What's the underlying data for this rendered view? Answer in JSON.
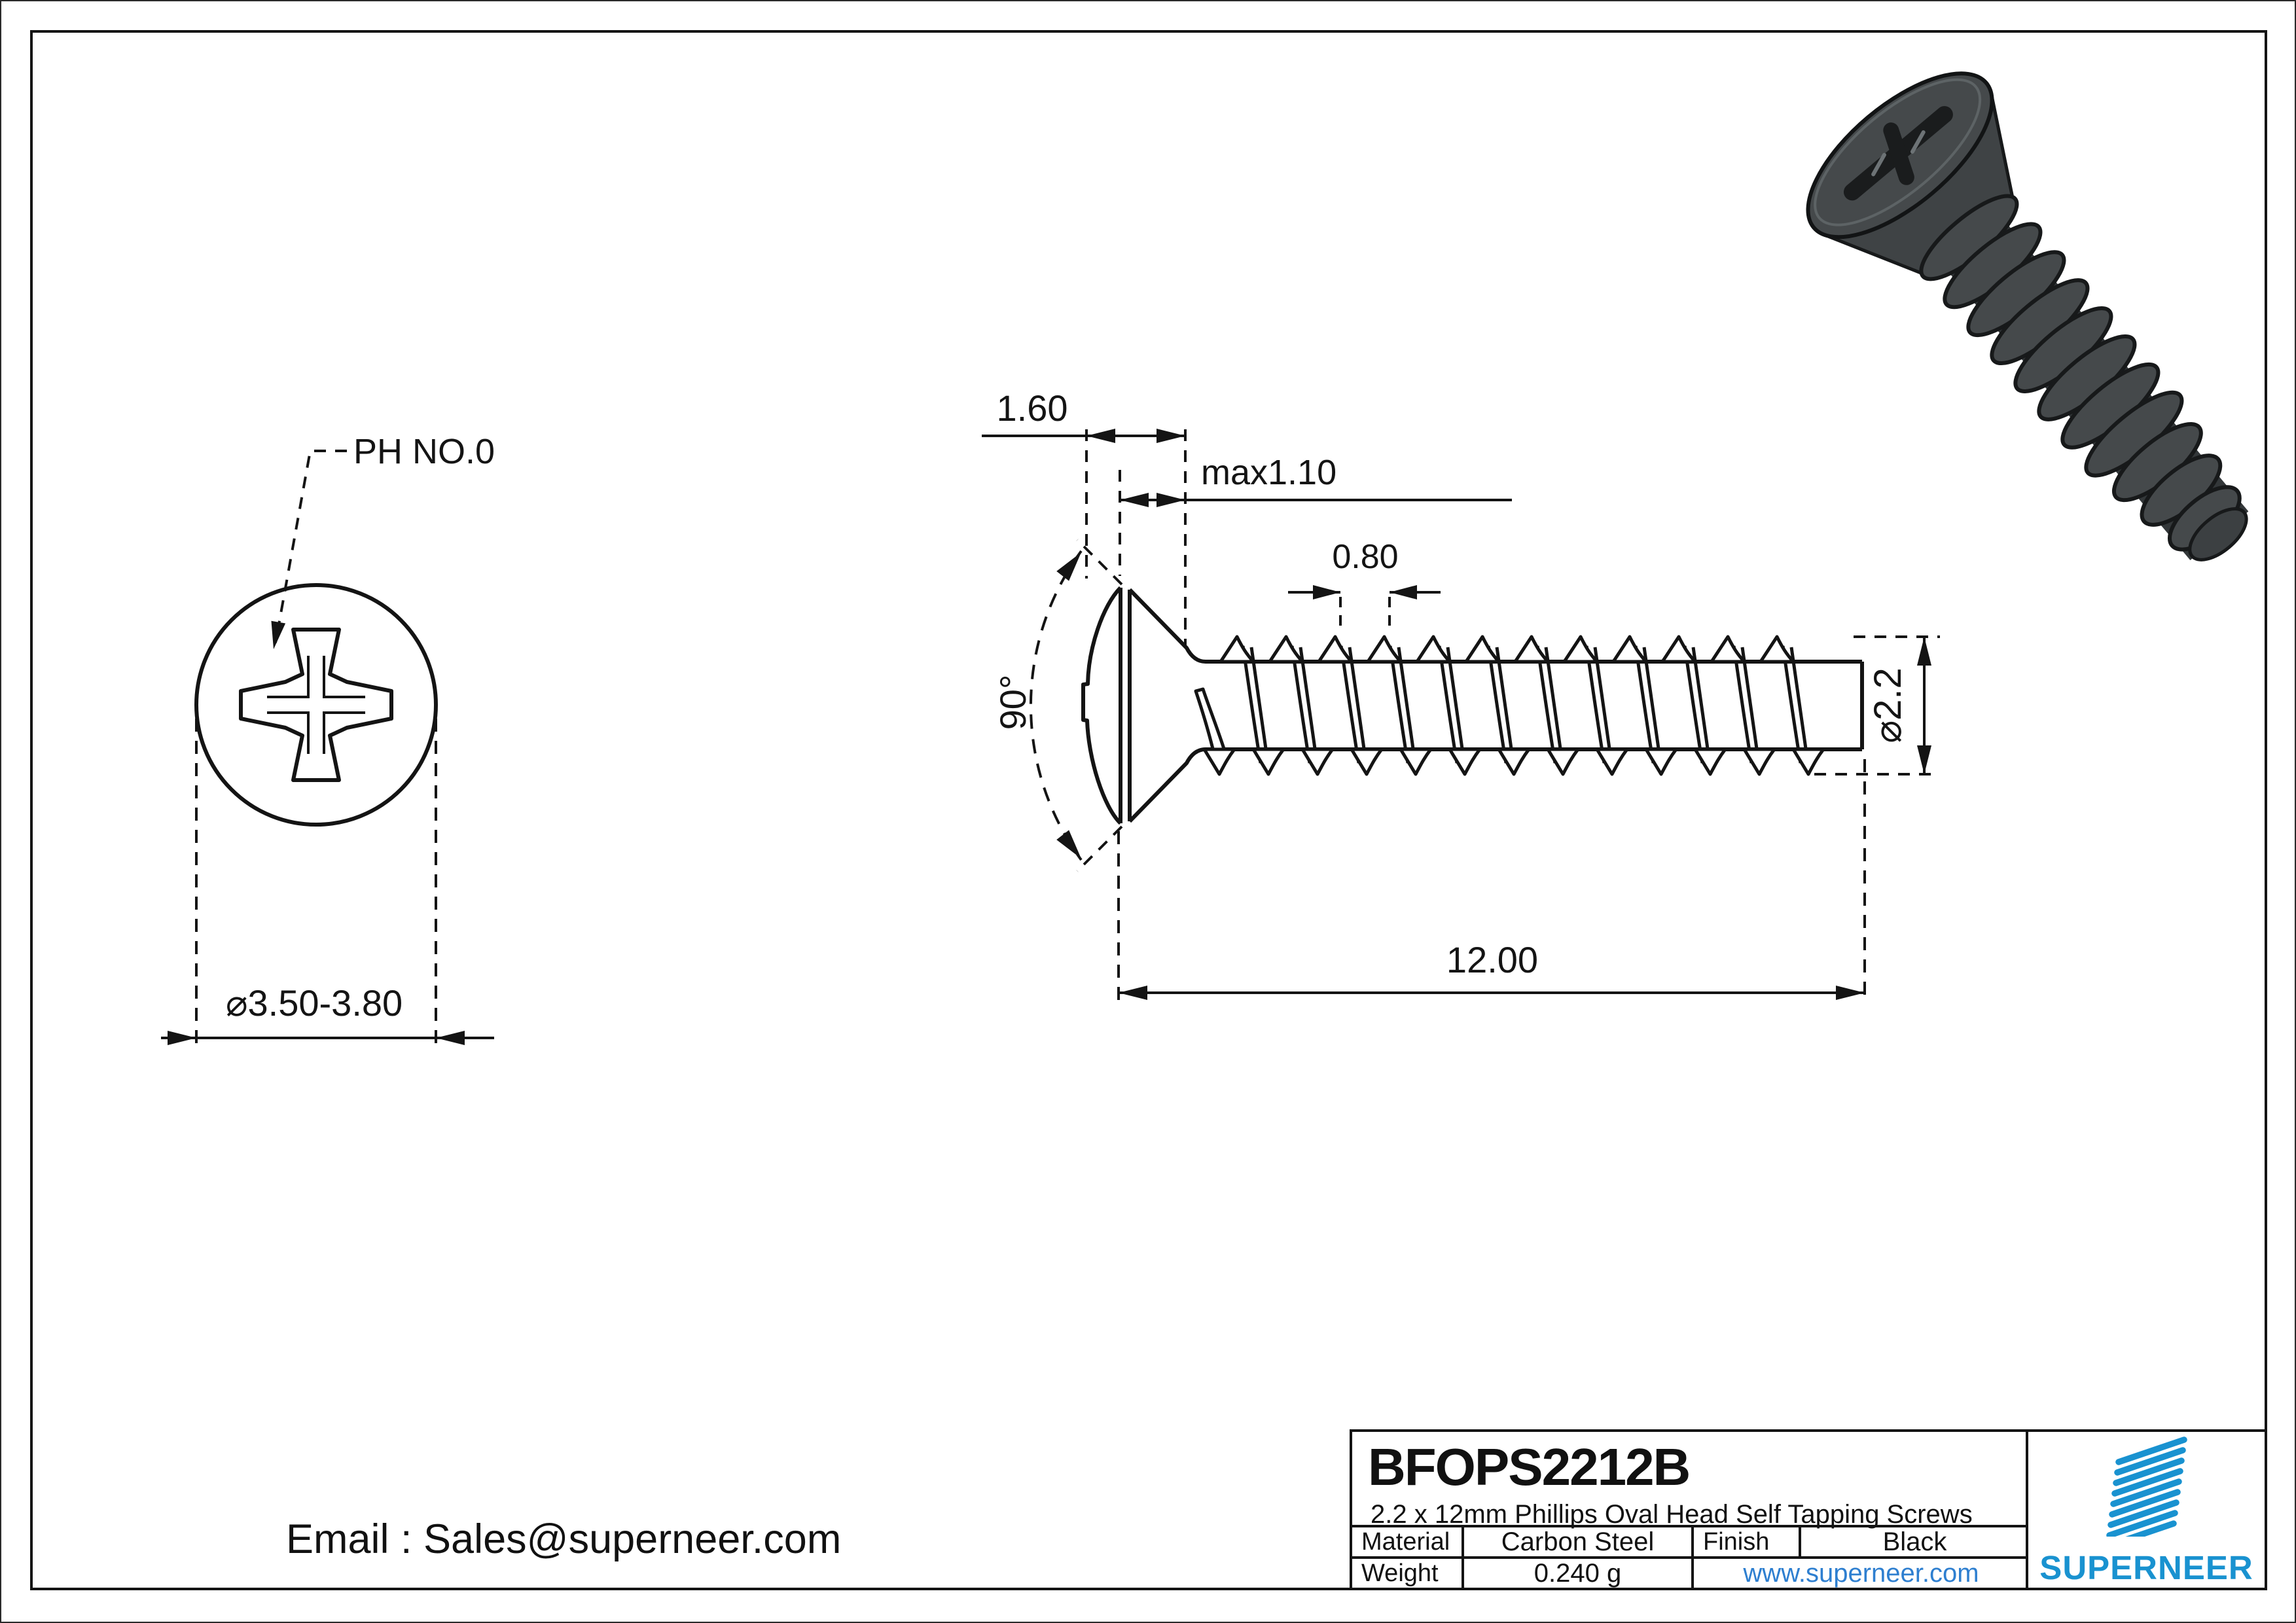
{
  "drawing": {
    "front_view": {
      "recess_label": "PH NO.0",
      "head_diameter": "⌀3.50-3.80"
    },
    "side_view": {
      "head_height": "1.60",
      "recess_depth": "max1.10",
      "thread_pitch": "0.80",
      "head_angle": "90°",
      "thread_diameter": "⌀2.2",
      "length": "12.00"
    }
  },
  "contact": {
    "email_line": "Email : Sales@superneer.com"
  },
  "title_block": {
    "part_number": "BFOPS2212B",
    "description": "2.2 x 12mm Phillips Oval Head Self Tapping Screws",
    "material_label": "Material",
    "material_value": "Carbon Steel",
    "finish_label": "Finish",
    "finish_value": "Black",
    "weight_label": "Weight",
    "weight_value": "0.240 g",
    "website": "www.superneer.com",
    "brand_name": "SUPERNEER"
  },
  "colors": {
    "line": "#141414",
    "brand_blue": "#1992d0",
    "link_blue": "#2e7fd0",
    "screw_body": "#45494b",
    "screw_dark": "#17191a",
    "screw_light": "#6d7376"
  }
}
